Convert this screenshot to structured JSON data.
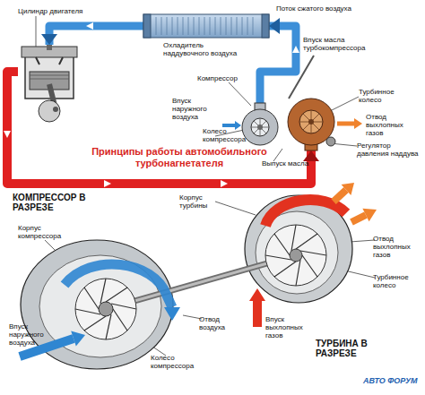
{
  "diagram": {
    "title": "Принципы работы автомобильного турбонагнетателя",
    "nodes": [
      {
        "text": [
          "Цилиндр двигателя"
        ]
      },
      {
        "text": [
          "Охладитель наддувочного воздуха"
        ]
      },
      {
        "text": [
          "Компрессор"
        ]
      },
      {
        "text": [
          "Турбинное колесо"
        ]
      }
    ],
    "edges": [
      {
        "from": 2,
        "to": 1,
        "arrow": "to",
        "label": "Поток сжатого воздуха"
      },
      {
        "from": 1,
        "to": 0,
        "arrow": "to"
      },
      {
        "from": 0,
        "to": 3,
        "arrow": "to"
      }
    ],
    "labels": [
      "Впуск масла турбокомпрессора",
      "Впуск наружного воздуха",
      "Отвод выхлопных газов",
      "Колесо компрессора",
      "Регулятор давления наддува",
      "Выпуск масла",
      "КОМПРЕССОР В РАЗРЕЗЕ",
      "Корпус компрессора",
      "Корпус турбины",
      "Отвод выхлопных газов",
      "Турбинное колесо",
      "Впуск выхлопных газов",
      "Отвод воздуха",
      "Впуск наружного воздуха",
      "Колесо компрессора",
      "ТУРБИНА В РАЗРЕЗЕ",
      "АВТО ФОРУМ"
    ]
  }
}
